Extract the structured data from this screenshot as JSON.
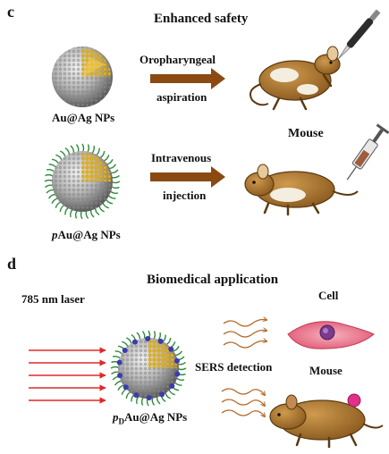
{
  "panel_c": {
    "letter": "c",
    "title": "Enhanced safety",
    "np1_label": "Au@Ag NPs",
    "np2_label_italic": "p",
    "np2_label_rest": "Au@Ag NPs",
    "route1_line1": "Oropharyngeal",
    "route1_line2": "aspiration",
    "route2_line1": "Intravenous",
    "route2_line2": "injection",
    "mouse_label": "Mouse"
  },
  "panel_d": {
    "letter": "d",
    "title": "Biomedical application",
    "laser_label": "785 nm laser",
    "np_label_italic": "p",
    "np_label_sub": "D",
    "np_label_rest": "Au@Ag NPs",
    "detection_label": "SERS detection",
    "cell_label": "Cell",
    "mouse_label": "Mouse"
  },
  "colors": {
    "arrow": "#8b4a12",
    "laser": "#e0282a",
    "wavy": "#b4692a",
    "shell": "#9a9a9a",
    "core": "#e6b422",
    "ligand": "#2e8b3c",
    "dye": "#3b3bb0",
    "mouse_body": "#b98034",
    "cell": "#f08aa0",
    "nucleus": "#7a3b8f"
  }
}
